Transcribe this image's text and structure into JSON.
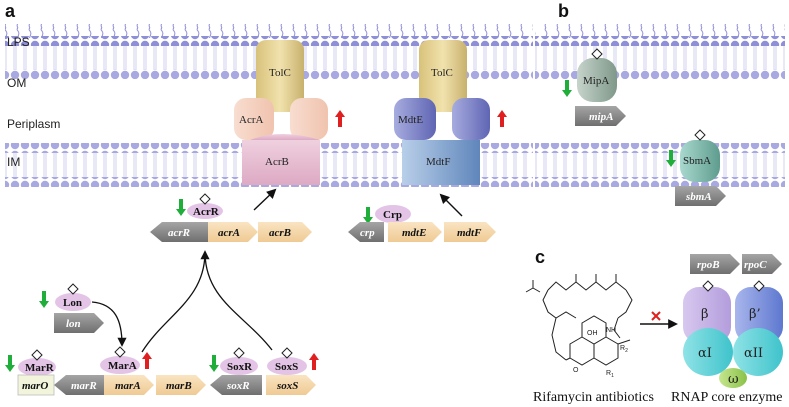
{
  "panels": {
    "a": "a",
    "b": "b",
    "c": "c"
  },
  "layers": {
    "lps": "LPS",
    "om": "OM",
    "periplasm": "Periplasm",
    "im": "IM"
  },
  "proteins": {
    "tolc": "TolC",
    "acra": "AcrA",
    "acrb": "AcrB",
    "mdte": "MdtE",
    "mdtf": "MdtF",
    "acrr": "AcrR",
    "crp": "Crp",
    "lon": "Lon",
    "marr": "MarR",
    "mara": "MarA",
    "soxr": "SoxR",
    "soxs": "SoxS",
    "mipa": "MipA",
    "sbma": "SbmA"
  },
  "genes": {
    "acrR": "acrR",
    "acrA": "acrA",
    "acrB": "acrB",
    "crp": "crp",
    "mdtE": "mdtE",
    "mdtF": "mdtF",
    "lon": "lon",
    "marO": "marO",
    "marR": "marR",
    "marA": "marA",
    "marB": "marB",
    "soxR": "soxR",
    "soxS": "soxS",
    "mipA": "mipA",
    "sbmA": "sbmA",
    "rpoB": "rpoB",
    "rpoC": "rpoC"
  },
  "rnap": {
    "beta": "β",
    "beta_prime": "β’",
    "alpha1": "αI",
    "alpha2": "αII",
    "omega": "ω"
  },
  "captions": {
    "rifamycin": "Rifamycin antibiotics",
    "rnap": "RNAP core enzyme"
  },
  "molecule": {
    "r1": "R",
    "r1_sub": "1",
    "r2": "R",
    "r2_sub": "2",
    "oh": "OH",
    "nh": "NH",
    "o": "O"
  },
  "colors": {
    "membrane_head": "#8f8fd8",
    "up_arrow": "#e02020",
    "down_arrow": "#1fae3a",
    "regulator": "#e3c4e6",
    "gene_gray": "#8a8a8a",
    "gene_tan": "#f4d8ad",
    "tolc": "#e8d69a",
    "acr": "#f2c8b4",
    "acrb": "#e6bcd1",
    "mdte": "#7d83c6",
    "mdtf": "#7fa0cc",
    "inhibit_x": "#e02020"
  },
  "icons": [
    "diamond-icon",
    "up-arrow-icon",
    "down-arrow-icon",
    "gene-arrow-icon",
    "inhibition-x-icon"
  ]
}
